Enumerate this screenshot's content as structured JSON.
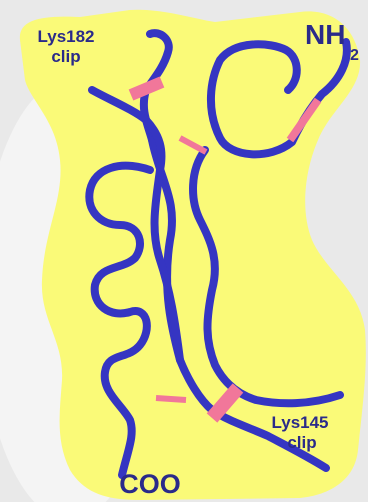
{
  "colors": {
    "backdrop": "#e9e9e9",
    "region": "#fafa78",
    "chain": "#3535c2",
    "crosslink": "#f1779a",
    "text": "#2a2a8a"
  },
  "labels": {
    "lys182": "Lys182",
    "lys182_sub": "clip",
    "lys145": "Lys145",
    "lys145_sub": "clip",
    "n_term": "NH",
    "n_term_sub": "2",
    "c_term": "COO"
  }
}
